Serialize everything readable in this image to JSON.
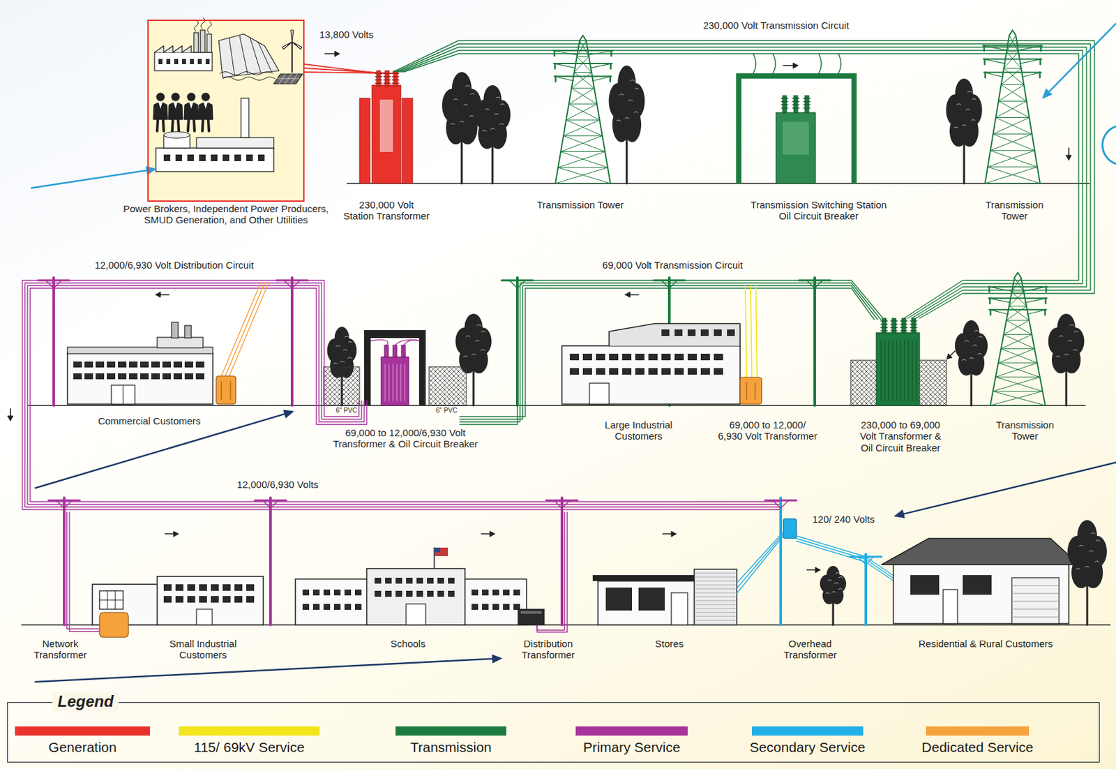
{
  "diagram": {
    "nodes": [
      {
        "text": [
          "Power Brokers, Independent Power Producers, SMUD Generation, and Other Utilities"
        ]
      },
      {
        "text": [
          "Legend"
        ]
      }
    ],
    "labels": [
      "13,800 Volts",
      "230,000 Volt Transmission Circuit",
      "230,000 Volt Station Transformer",
      "Transmission Tower",
      "Transmission Switching Station Oil Circuit Breaker",
      "Transmission Tower",
      "12,000/6,930 Volt Distribution Circuit",
      "69,000 Volt Transmission Circuit",
      "Commercial Customers",
      "6\" PVC",
      "6\" PVC",
      "69,000 to 12,000/6,930 Volt Transformer & Oil Circuit Breaker",
      "Large Industrial Customers",
      "69,000 to 12,000/ 6,930 Volt Transformer",
      "230,000 to 69,000 Volt Transformer & Oil Circuit Breaker",
      "Transmission Tower",
      "12,000/6,930 Volts",
      "120/ 240 Volts",
      "Network Transformer",
      "Small Industrial Customers",
      "Schools",
      "Distribution Transformer",
      "Stores",
      "Overhead Transformer",
      "Residential & Rural Customers"
    ],
    "legend": [
      {
        "text": "Generation",
        "color": "#e8322b"
      },
      {
        "text": "115/ 69kV Service",
        "color": "#f3e41b"
      },
      {
        "text": "Transmission",
        "color": "#1d7a3e"
      },
      {
        "text": "Primary Service",
        "color": "#a7339b"
      },
      {
        "text": "Secondary Service",
        "color": "#22aee6"
      },
      {
        "text": "Dedicated Service",
        "color": "#f6a23c"
      }
    ]
  }
}
